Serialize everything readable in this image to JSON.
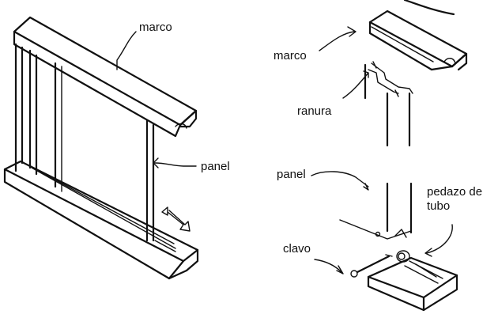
{
  "labels": {
    "left_frame": "marco",
    "left_panel": "panel",
    "right_frame": "marco",
    "groove": "ranura",
    "right_panel": "panel",
    "pipe_line1": "pedazo de",
    "pipe_line2": "tubo",
    "nail": "clavo"
  },
  "colors": {
    "ink": "#111111",
    "background": "#ffffff"
  }
}
